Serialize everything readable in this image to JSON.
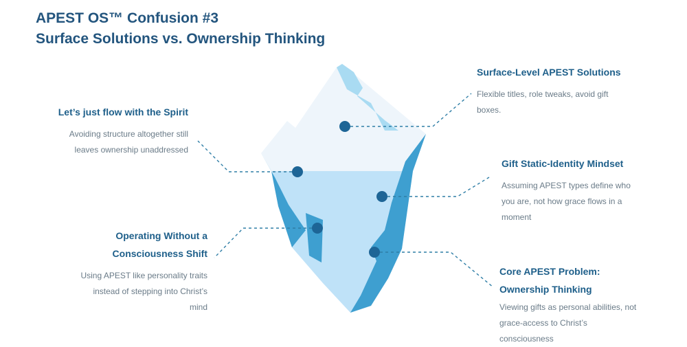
{
  "title": {
    "line1": "APEST OS™ Confusion #3",
    "line2": "Surface Solutions vs. Ownership Thinking"
  },
  "callouts": [
    {
      "heading": "Surface-Level APEST Solutions",
      "body": "Flexible titles, role tweaks, avoid gift boxes."
    },
    {
      "heading": "Let’s just flow with the Spirit",
      "body": "Avoiding structure altogether still leaves ownership unaddressed"
    },
    {
      "heading": "Gift Static-Identity Mindset",
      "body": "Assuming APEST types define who you are, not how grace flows in a moment"
    },
    {
      "heading": "Operating Without a Consciousness Shift",
      "body": "Using APEST like personality traits instead of stepping into Christ’s mind"
    },
    {
      "heading": "Core APEST Problem: Ownership Thinking",
      "body": "Viewing gifts as personal abilities, not grace-access to Christ’s consciousness"
    }
  ],
  "colors": {
    "title": "#23557e",
    "heading": "#1e5f8a",
    "body": "#6a7b88",
    "dot": "#1d6596",
    "ice_top": "#eef5fb",
    "ice_top_shade": "#a9dbf2",
    "ice_under": "#bfe2f8",
    "ice_under_dark": "#3e9fd0"
  }
}
